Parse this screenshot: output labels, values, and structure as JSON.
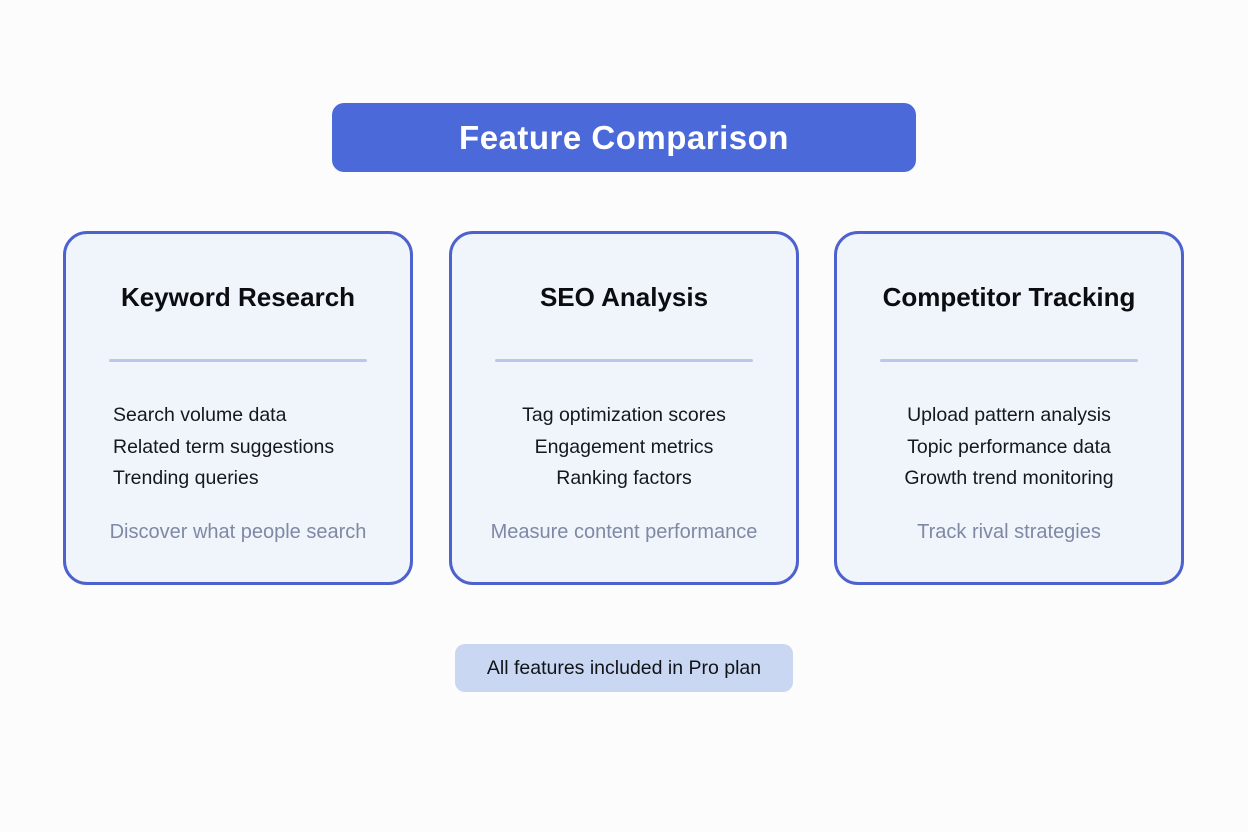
{
  "header": {
    "title": "Feature Comparison"
  },
  "cards": [
    {
      "title": "Keyword Research",
      "items": [
        "Search volume data",
        "Related term suggestions",
        "Trending queries"
      ],
      "tagline": "Discover what people search"
    },
    {
      "title": "SEO Analysis",
      "items": [
        "Tag optimization scores",
        "Engagement metrics",
        "Ranking factors"
      ],
      "tagline": "Measure content performance"
    },
    {
      "title": "Competitor Tracking",
      "items": [
        "Upload pattern analysis",
        "Topic performance data",
        "Growth trend monitoring"
      ],
      "tagline": "Track rival strategies"
    }
  ],
  "footer": {
    "badge": "All features included in Pro plan"
  },
  "colors": {
    "header_bg": "#4b69d8",
    "card_border": "#4d62cd",
    "card_bg": "#f0f4fb",
    "divider": "#b7c8eb",
    "tagline_text": "#7f89a4",
    "badge_bg": "#c9d7f3",
    "page_bg": "#fcfcfc"
  }
}
